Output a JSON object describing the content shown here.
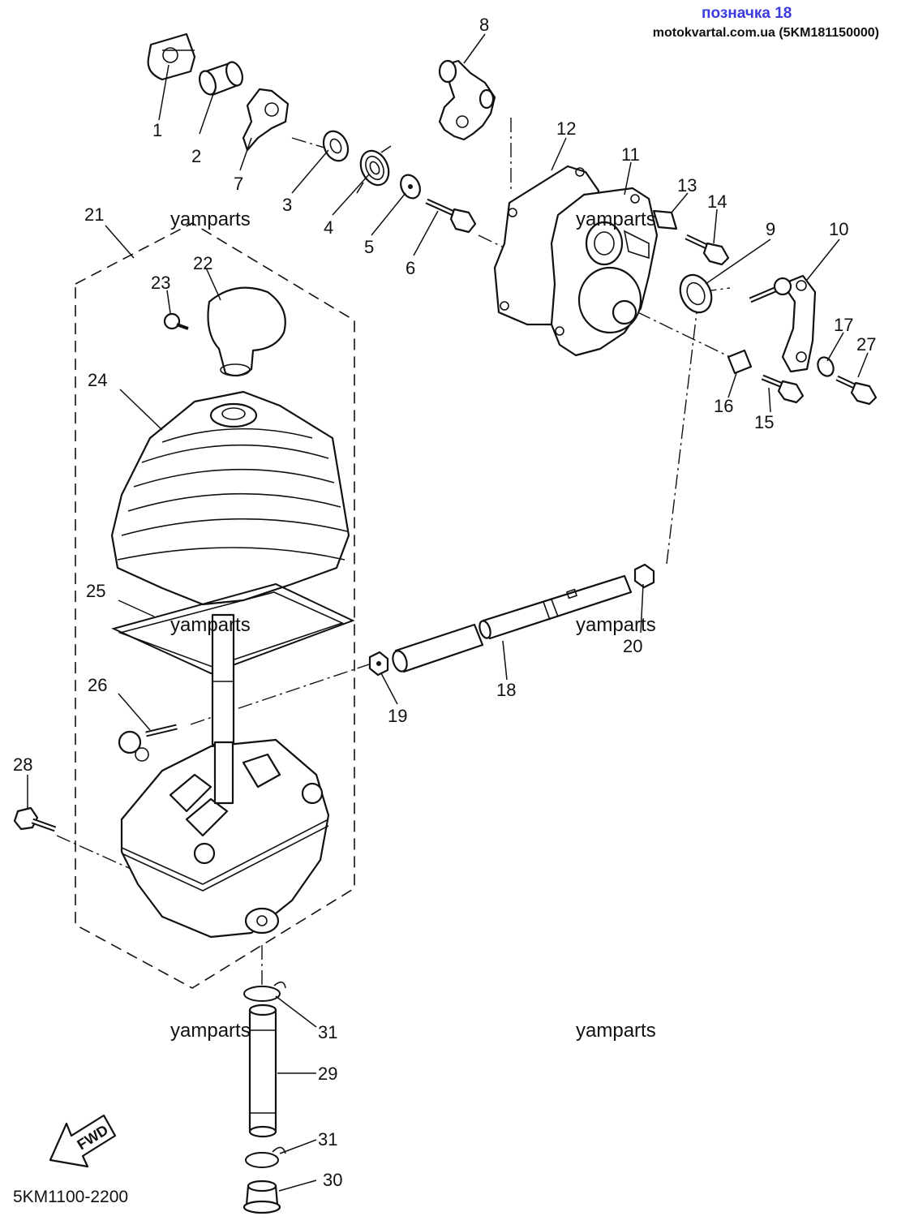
{
  "header": {
    "title": "позначка 18",
    "subtitle": "motokvartal.com.ua (5KM181150000)"
  },
  "diagram_code": "5KM1100-2200",
  "fwd_label": "FWD",
  "watermark_text": "yamparts",
  "labels": {
    "p1": "1",
    "p2": "2",
    "p3": "3",
    "p4": "4",
    "p5": "5",
    "p6": "6",
    "p7": "7",
    "p8": "8",
    "p9": "9",
    "p10": "10",
    "p11": "11",
    "p12": "12",
    "p13": "13",
    "p14": "14",
    "p15": "15",
    "p16": "16",
    "p17": "17",
    "p18": "18",
    "p19": "19",
    "p20": "20",
    "p21": "21",
    "p22": "22",
    "p23": "23",
    "p24": "24",
    "p25": "25",
    "p26": "26",
    "p27": "27",
    "p28": "28",
    "p29": "29",
    "p30": "30",
    "p31a": "31",
    "p31b": "31"
  },
  "colors": {
    "title": "#3b3be0",
    "ink": "#111111"
  }
}
